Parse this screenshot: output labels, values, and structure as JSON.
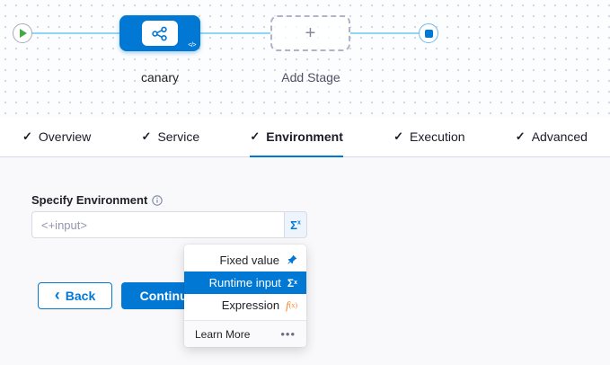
{
  "pipeline": {
    "stage_label": "canary",
    "add_stage_label": "Add Stage"
  },
  "tabs": [
    {
      "label": "Overview",
      "active": false
    },
    {
      "label": "Service",
      "active": false
    },
    {
      "label": "Environment",
      "active": true
    },
    {
      "label": "Execution",
      "active": false
    },
    {
      "label": "Advanced",
      "active": false
    }
  ],
  "form": {
    "field_label": "Specify Environment",
    "input_placeholder": "<+input>"
  },
  "value_type_menu": {
    "items": [
      {
        "label": "Fixed value",
        "icon": "pin-icon",
        "selected": false
      },
      {
        "label": "Runtime input",
        "icon": "sigma-icon",
        "selected": true
      },
      {
        "label": "Expression",
        "icon": "fx-icon",
        "selected": false
      }
    ],
    "footer": {
      "label": "Learn More",
      "menu": "•••"
    }
  },
  "actions": {
    "back_label": "Back",
    "continue_label": "Continue"
  },
  "colors": {
    "accent_blue": "#0278d5",
    "expression_orange": "#ff832b",
    "play_green": "#42ab45",
    "connector_blue": "#8fd6f4"
  }
}
